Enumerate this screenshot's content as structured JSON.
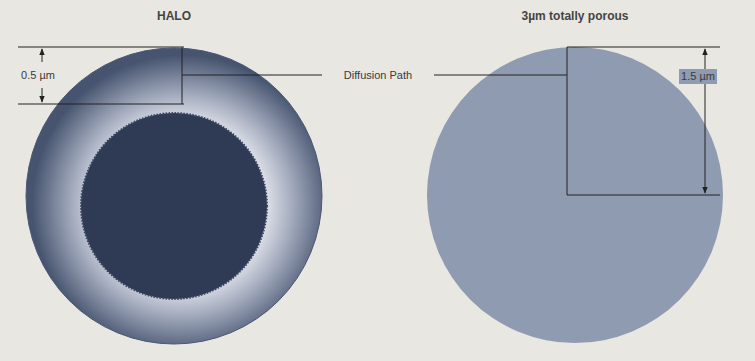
{
  "diagram": {
    "labels": [
      "HALO",
      "3µm totally porous",
      "0.5 µm",
      "Diffusion Path",
      "1.5 µm"
    ]
  }
}
